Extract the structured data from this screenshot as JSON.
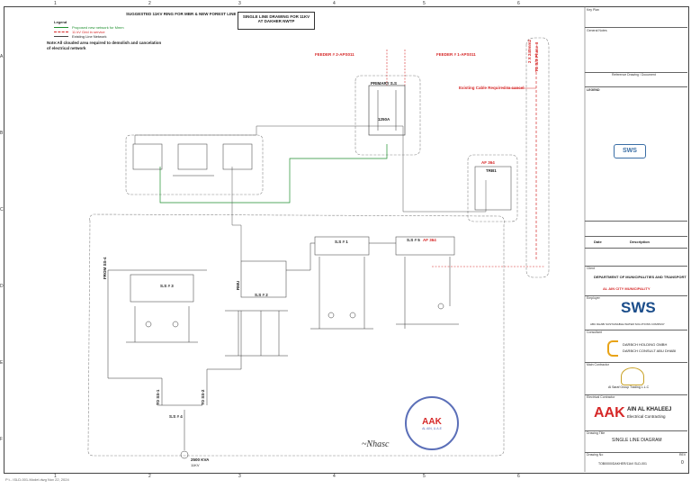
{
  "header": {
    "title1": "SUGGESTED 11KV RING FOR MBR & NEW FOREST LINE",
    "title2": "SINGLE LINE DRAWING FOR 11KV",
    "title3": "AT DAKHER NWTP"
  },
  "legend": {
    "title": "Legend",
    "items": [
      "Proposed new network for Mmm",
      "11 kV Grid in service",
      "Existing Line Network"
    ]
  },
  "note": {
    "line1": "Note:All clouded area required to demolish and cancelation",
    "line2": "of electrical network"
  },
  "feeders": {
    "left": "FEEDER # 2-APS011",
    "right": "FEEDER # 1-APS011",
    "existing_cable": "Existing Cable Required to cancel",
    "incomer": "2 X 240mm2",
    "incomer2": "TO S/S Phase-II"
  },
  "substations": {
    "ss1": "S.S # 1",
    "ss2": "S.S # 2",
    "ss3": "S.S # 3",
    "ss4": "S.S # 4",
    "ss5": "S.S # 5",
    "af": "AF 364",
    "af2": "AF 364",
    "from": "FROM SS-4",
    "to1": "TO SS-1",
    "to2": "TO SS-2",
    "primary": "PRIMARY S.S",
    "rmu": "RMU",
    "tr": "TRB1",
    "kva": "2500 KVA",
    "kva_sub": "11KV",
    "cap1": "1250A"
  },
  "title_block": {
    "key_plan": "Key Plan",
    "general_notes": "General Notes",
    "ref_drawing": "Reference Drawing / Document",
    "legend": "LEGEND",
    "sws_short": "SWS",
    "date_label": "Date",
    "description_label": "Description",
    "client": "Client",
    "client_name": "DEPARTMENT OF MUNICIPALITIES AND TRANSPORT",
    "client_city": "AL AIN CITY MUNICIPALITY",
    "employer": "Employer",
    "sws": "SWS",
    "sws_sub": "ABU DHABI SUSTAINABLE WATER SOLUTIONS COMPANY",
    "consultant": "Consultant",
    "consultant_name1": "DARBCH HOLDING GMBH",
    "consultant_name2": "DARBCH CONSULT ABU DHABI",
    "main_contractor": "Main Contractor",
    "main_contractor_name": "Al Saraf Group Trading L.L.C",
    "electrical_contractor": "Electrical Contractor",
    "aak_name": "AIN AL KHALEEJ",
    "aak_sub": "Electrical Contracting",
    "drawing_title_label": "Drawing Title",
    "drawing_title": "SINGLE LINE DIAGRAM",
    "drawing_no_label": "Drawing No",
    "drawing_no": "TOB0000/DAKHER/11kV SLD-001",
    "rev_label": "REV",
    "rev": "0",
    "stamp_text": "AL AIN, U.A.E"
  },
  "footer": {
    "path": "P:\\...\\SLD-001-Model.dwg  Nov 22, 2024"
  },
  "grid": {
    "cols": [
      "1",
      "2",
      "3",
      "4",
      "5",
      "6"
    ],
    "rows": [
      "A",
      "B",
      "C",
      "D",
      "E",
      "F"
    ]
  },
  "colors": {
    "red": "#d62828",
    "green": "#1e8f2e",
    "line": "#333333"
  }
}
